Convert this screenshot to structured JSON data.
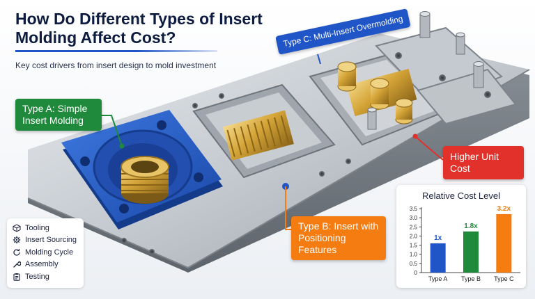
{
  "header": {
    "title": "How Do Different Types of Insert Molding Affect Cost?",
    "subtitle": "Key cost drivers from insert design to mold investment"
  },
  "callouts": {
    "type_a": "Type A: Simple Insert Molding",
    "type_b": "Type B: Insert with Positioning Features",
    "type_c": "Type C: Multi-Insert Overmolding",
    "higher_cost": "Higher Unit Cost"
  },
  "legend": {
    "items": [
      {
        "label": "Tooling",
        "icon": "cube-icon"
      },
      {
        "label": "Insert Sourcing",
        "icon": "gear-icon"
      },
      {
        "label": "Molding Cycle",
        "icon": "cycle-icon"
      },
      {
        "label": "Assembly",
        "icon": "wrench-icon"
      },
      {
        "label": "Testing",
        "icon": "clipboard-icon"
      }
    ]
  },
  "colors": {
    "type_a": "#1f55c6",
    "type_b": "#1f8a3b",
    "type_c": "#f47c11",
    "higher_cost": "#e2302a"
  },
  "chart_data": {
    "type": "bar",
    "title": "Relative Cost Level",
    "categories": [
      "Type A",
      "Type B",
      "Type C"
    ],
    "values": [
      1.6,
      2.25,
      3.2
    ],
    "data_labels": [
      "1x",
      "1.8x",
      "3.2x"
    ],
    "bar_colors": [
      "#1f55c6",
      "#1f8a3b",
      "#f47c11"
    ],
    "label_colors": [
      "#1f55c6",
      "#1f8a3b",
      "#f47c11"
    ],
    "ylim": [
      0,
      3.5
    ],
    "yticks": [
      "0",
      "0.5",
      "1.0",
      "1.5",
      "2.0",
      "2.5",
      "3.0",
      "3.5"
    ],
    "xlabel": "",
    "ylabel": "",
    "grid": false
  }
}
